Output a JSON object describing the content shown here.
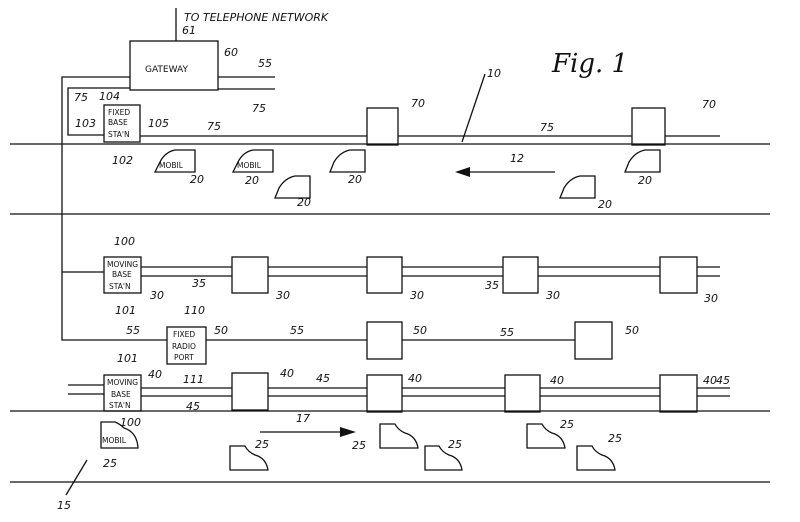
{
  "figure_title": "Fig. 1",
  "network_label": "TO TELEPHONE NETWORK",
  "gateway_label": "GATEWAY",
  "fixed_base_station": [
    "FIXED",
    "BASE",
    "STA'N"
  ],
  "moving_base_station": [
    "MOVING",
    "BASE",
    "STA'N"
  ],
  "fixed_radio_port": [
    "FIXED",
    "RADIO",
    "PORT"
  ],
  "mobile_label": "MOBIL",
  "refs": {
    "r61": "61",
    "r60": "60",
    "r55a": "55",
    "r75a": "75",
    "r75b": "75",
    "r104": "104",
    "r103": "103",
    "r105": "105",
    "r102": "102",
    "r75c": "75",
    "r75d": "75",
    "r70a": "70",
    "r70b": "70",
    "r10": "10",
    "r12": "12",
    "r20a": "20",
    "r20b": "20",
    "r20c": "20",
    "r20d": "20",
    "r20e": "20",
    "r20f": "20",
    "r100a": "100",
    "r101a": "101",
    "r30a": "30",
    "r30b": "30",
    "r30c": "30",
    "r30d": "30",
    "r30e": "30",
    "r35a": "35",
    "r35b": "35",
    "r110": "110",
    "r111": "111",
    "r50a": "50",
    "r50b": "50",
    "r50c": "50",
    "r55b": "55",
    "r55c": "55",
    "r55d": "55",
    "r101b": "101",
    "r100b": "100",
    "r40a": "40",
    "r40b": "40",
    "r40c": "40",
    "r40d": "40",
    "r40e": "40",
    "r45a": "45",
    "r45b": "45",
    "r45c": "45",
    "r17": "17",
    "r25a": "25",
    "r25b": "25",
    "r25c": "25",
    "r25d": "25",
    "r25e": "25",
    "r25f": "25",
    "r15": "15"
  }
}
